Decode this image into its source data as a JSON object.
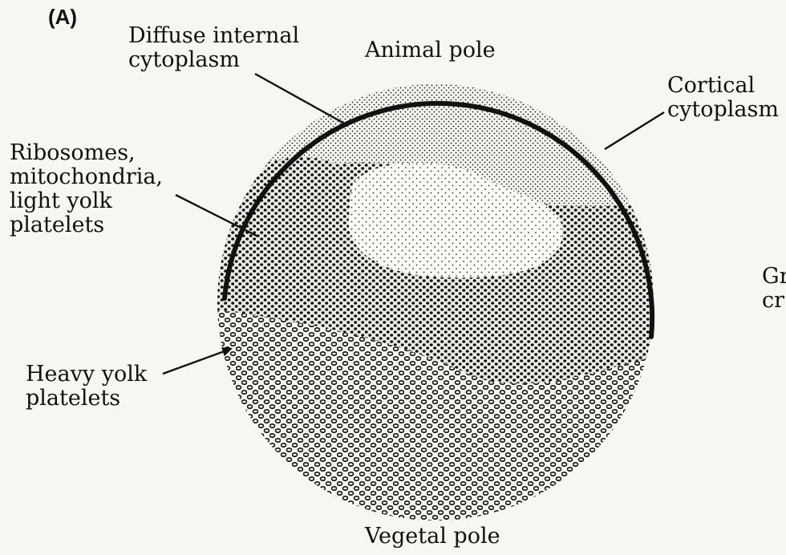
{
  "panel_label": "(A)",
  "labels": {
    "diffuse_internal_cytoplasm": [
      "Diffuse internal",
      "cytoplasm"
    ],
    "animal_pole": "Animal pole",
    "cortical_cytoplasm": [
      "Cortical",
      "cytoplasm"
    ],
    "ribosomes_mitochondria": [
      "Ribosomes,",
      "mitochondria,",
      "light yolk",
      "platelets"
    ],
    "heavy_yolk_platelets": [
      "Heavy yolk",
      "platelets"
    ],
    "vegetal_pole": "Vegetal pole",
    "cut_off_right": [
      "Gr",
      "cr"
    ]
  }
}
